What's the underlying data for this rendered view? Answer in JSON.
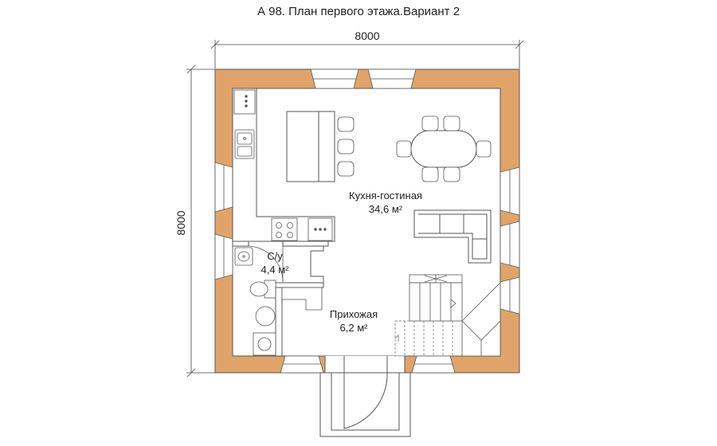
{
  "title": "А 98. План первого этажа.Вариант 2",
  "dimensions": {
    "horizontal": "8000",
    "vertical": "8000"
  },
  "rooms": [
    {
      "name": "Кухня-гостиная",
      "area": "34,6 м²"
    },
    {
      "name": "С/у",
      "area": "4,4 м²"
    },
    {
      "name": "Прихожая",
      "area": "6,2 м²"
    }
  ],
  "colors": {
    "wall": "#e0a46a",
    "line": "#555555",
    "furniture_fill": "#ffffff",
    "window_fill": "#ffffff"
  }
}
